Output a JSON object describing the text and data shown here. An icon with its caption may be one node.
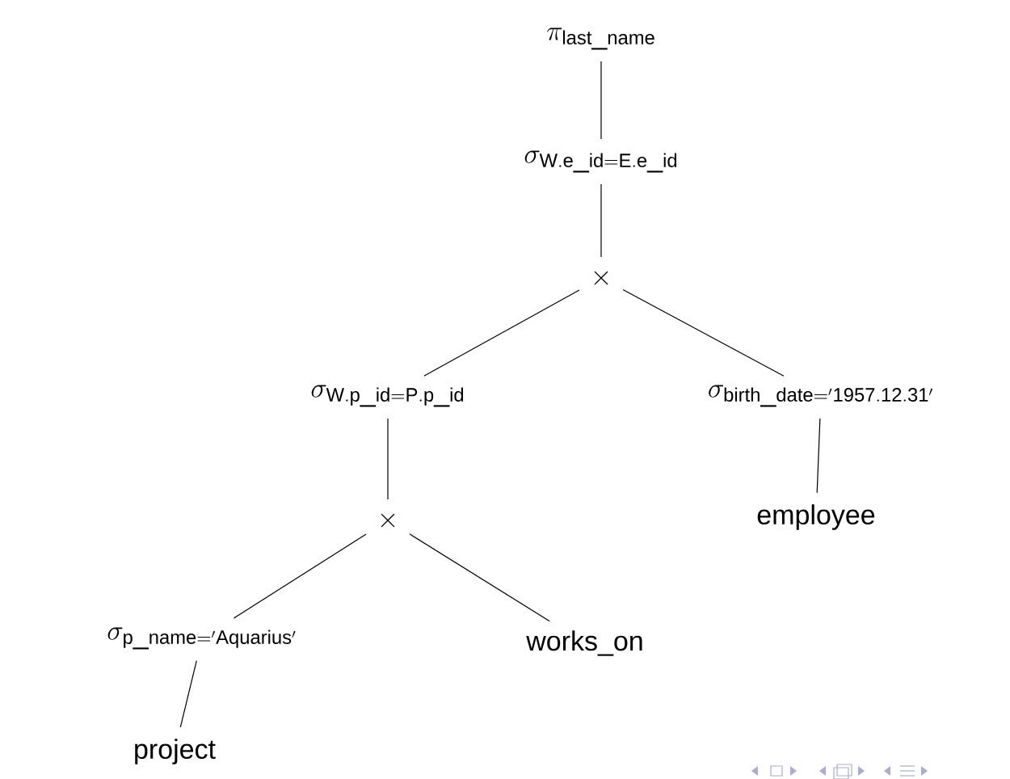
{
  "diagram": {
    "nodes": [
      {
        "text": [
          "\\pi_{\\mathsf{last\\_name}}"
        ]
      },
      {
        "text": [
          "\\sigma_{\\mathsf{W.e\\_id}=\\mathsf{E.e\\_id}}"
        ]
      },
      {
        "text": [
          "\\times"
        ]
      },
      {
        "text": [
          "\\sigma_{\\mathsf{W.p\\_id}=\\mathsf{P.p\\_id}}"
        ]
      },
      {
        "text": [
          "\\sigma_{\\mathsf{birth\\_date}=\\mathsf{'1957.12.31'}}"
        ]
      },
      {
        "text": [
          "employee"
        ]
      },
      {
        "text": [
          "\\times"
        ]
      },
      {
        "text": [
          "\\sigma_{\\mathsf{p\\_name}=\\mathsf{'Aquarius'}}"
        ]
      },
      {
        "text": [
          "works_on"
        ]
      },
      {
        "text": [
          "project"
        ]
      }
    ],
    "edges": [
      {
        "from": 0,
        "to": 1,
        "arrow": "none"
      },
      {
        "from": 1,
        "to": 2,
        "arrow": "none"
      },
      {
        "from": 2,
        "to": 3,
        "arrow": "none"
      },
      {
        "from": 2,
        "to": 4,
        "arrow": "none"
      },
      {
        "from": 4,
        "to": 5,
        "arrow": "none"
      },
      {
        "from": 3,
        "to": 6,
        "arrow": "none"
      },
      {
        "from": 6,
        "to": 7,
        "arrow": "none"
      },
      {
        "from": 6,
        "to": 8,
        "arrow": "none"
      },
      {
        "from": 7,
        "to": 9,
        "arrow": "none"
      }
    ]
  }
}
